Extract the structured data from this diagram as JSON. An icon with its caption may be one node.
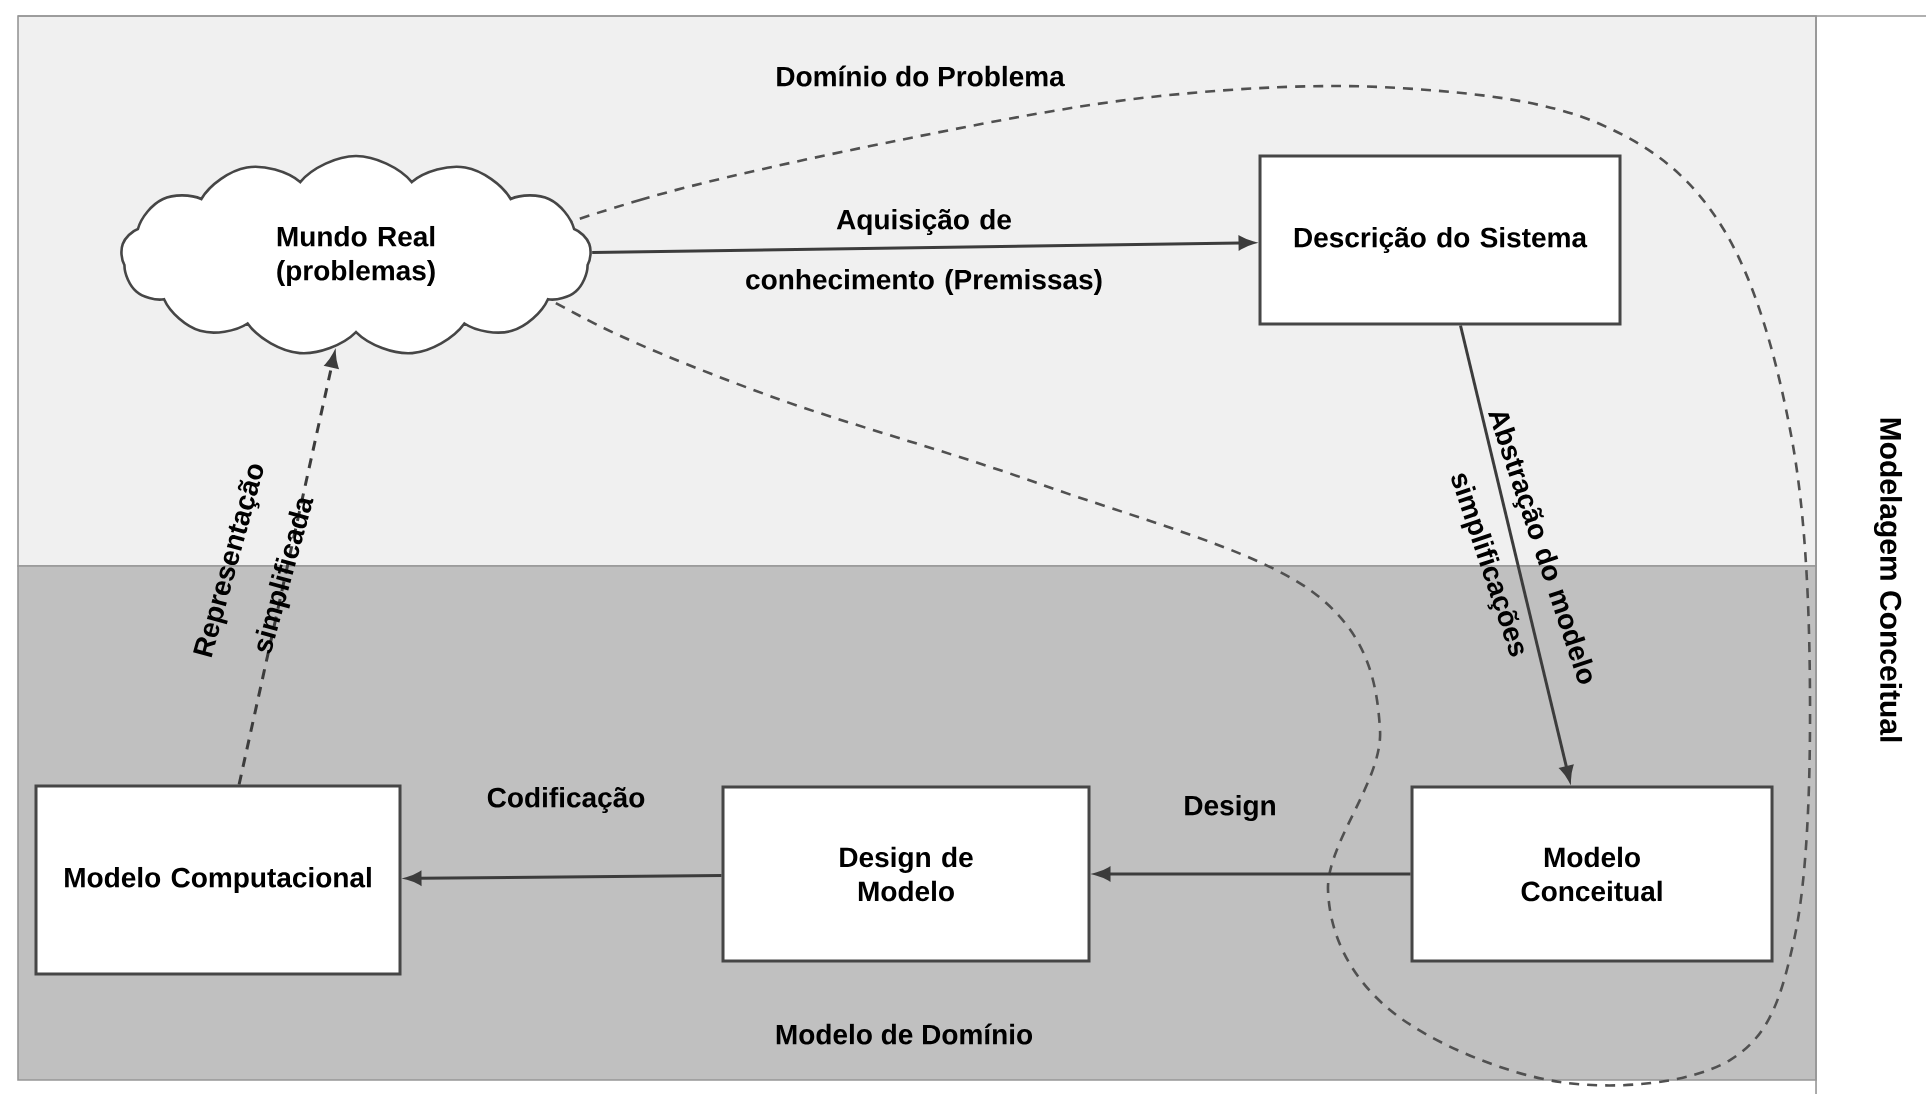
{
  "diagram": {
    "nodes": [
      {
        "text": [
          "Domínio do Problema"
        ]
      },
      {
        "text": [
          "Mundo Real (problemas)"
        ],
        "in": 0
      },
      {
        "text": [
          "Descrição do Sistema"
        ],
        "in": 0
      },
      {
        "text": [
          "Modelo de Domínio"
        ]
      },
      {
        "text": [
          "Modelo Computacional"
        ],
        "in": 3
      },
      {
        "text": [
          "Design de Modelo"
        ],
        "in": 3
      },
      {
        "text": [
          "Modelo Conceitual"
        ],
        "in": 3
      }
    ],
    "edges": [
      {
        "from": 1,
        "to": 2,
        "arrow": "to",
        "label": "Aquisição de conhecimento (Premissas)"
      },
      {
        "from": 2,
        "to": 6,
        "arrow": "to",
        "label": "Abstração do modelo simplificações"
      },
      {
        "from": 6,
        "to": 5,
        "arrow": "to",
        "label": "Design"
      },
      {
        "from": 5,
        "to": 4,
        "arrow": "to",
        "label": "Codificação"
      },
      {
        "from": 4,
        "to": 1,
        "arrow": "to",
        "style": "dashed",
        "label": "Representação simplificada"
      }
    ],
    "labels": [
      "Modelagem Conceitual"
    ]
  }
}
